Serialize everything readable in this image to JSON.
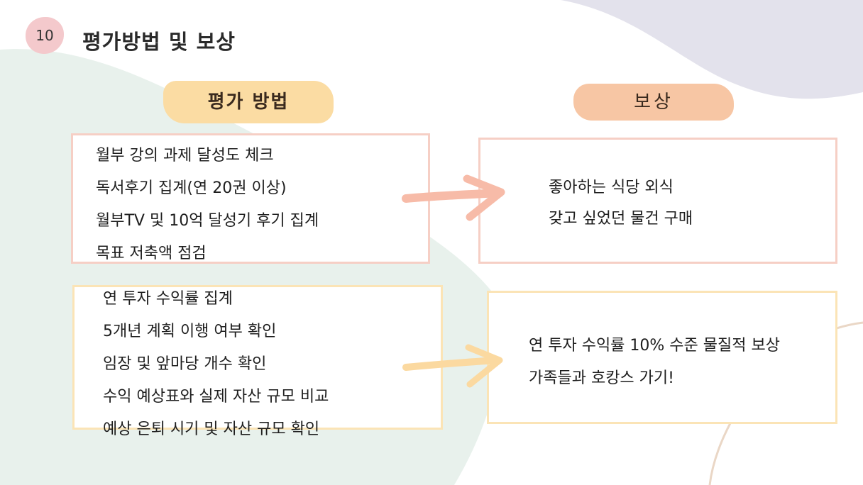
{
  "slide": {
    "number": "10",
    "title": "평가방법 및 보상"
  },
  "headers": {
    "evaluation": "평가 방법",
    "reward": "보상"
  },
  "evaluation_top": {
    "items": [
      "월부 강의 과제 달성도 체크",
      "독서후기 집계(연 20권 이상)",
      "월부TV 및 10억 달성기 후기 집계",
      "목표 저축액 점검"
    ]
  },
  "evaluation_bottom": {
    "items": [
      "연 투자 수익률 집계",
      "5개년 계획 이행 여부 확인",
      "임장 및 앞마당 개수 확인",
      "수익 예상표와 실제 자산 규모 비교",
      "예상 은퇴 시기 및 자산 규모 확인"
    ]
  },
  "reward_top": {
    "items": [
      "좋아하는 식당 외식",
      "갖고 싶었던 물건 구매"
    ]
  },
  "reward_bottom": {
    "items": [
      "연 투자 수익률 10% 수준 물질적 보상",
      "가족들과 호캉스 가기!"
    ]
  },
  "colors": {
    "badge": "#f4c9cc",
    "eval_pill": "#fbdca3",
    "reward_pill": "#f7c6a4",
    "pink_border": "#f6cfc5",
    "yellow_border": "#fbe4b6",
    "arrow_pink": "#f7bba8",
    "arrow_yellow": "#fbd9a0",
    "blob_mint": "#e8f1ec",
    "blob_lavender": "#e3e2ec"
  }
}
